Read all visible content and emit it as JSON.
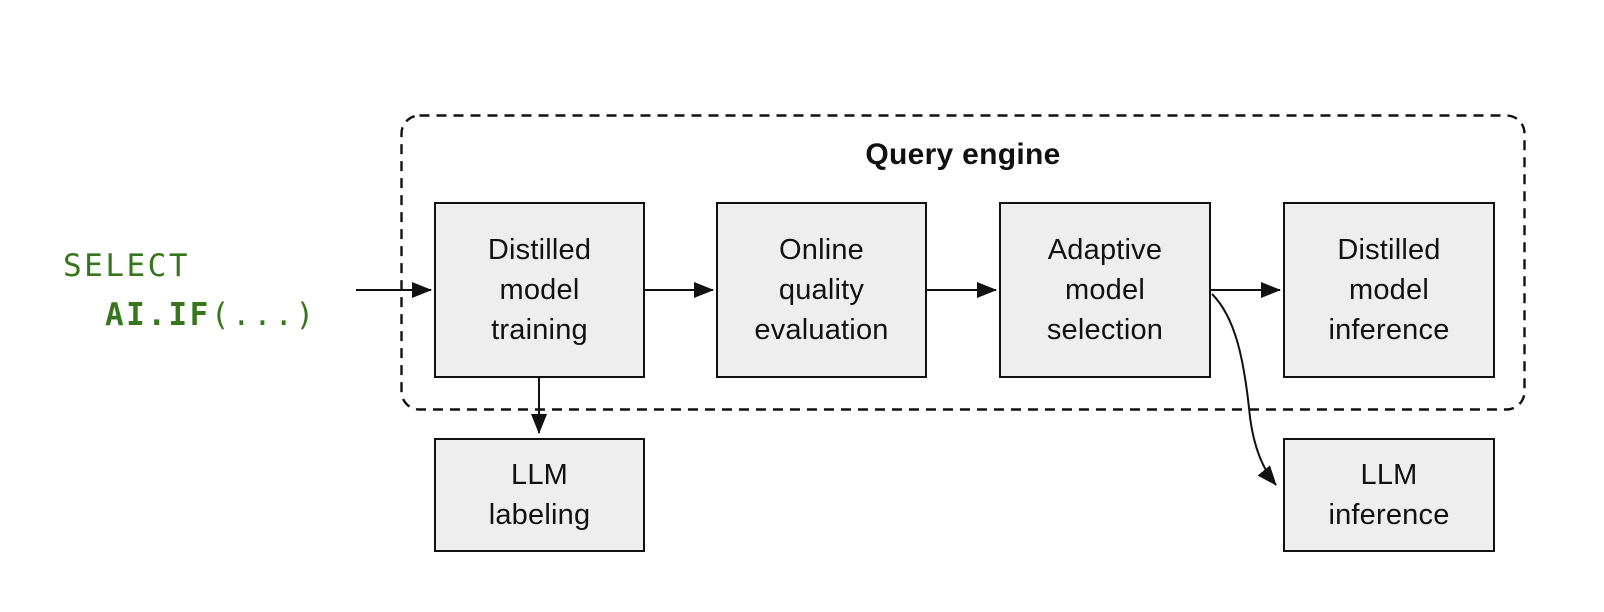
{
  "query": {
    "line1": "SELECT",
    "line2_bold": "AI.IF",
    "line2_rest": "(...)"
  },
  "engine": {
    "title": "Query engine",
    "steps": [
      {
        "label": "Distilled\nmodel\ntraining"
      },
      {
        "label": "Online\nquality\nevaluation"
      },
      {
        "label": "Adaptive\nmodel\nselection"
      },
      {
        "label": "Distilled\nmodel\ninference"
      }
    ]
  },
  "external": [
    {
      "label": "LLM\nlabeling"
    },
    {
      "label": "LLM\ninference"
    }
  ],
  "colors": {
    "code_green": "#38761d",
    "box_fill": "#eeeeee",
    "line_black": "#111111"
  }
}
